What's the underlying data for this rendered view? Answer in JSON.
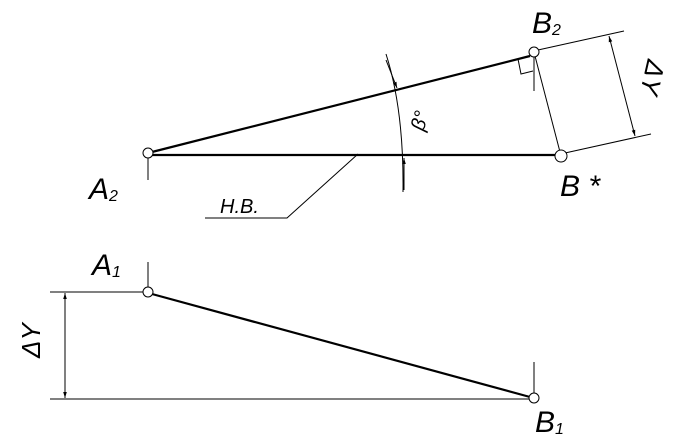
{
  "labels": {
    "a2": {
      "main": "A",
      "sub": "2"
    },
    "b2": {
      "main": "B",
      "sub": "2"
    },
    "b_star": "B *",
    "a1": {
      "main": "A",
      "sub": "1"
    },
    "b1": {
      "main": "B",
      "sub": "1"
    },
    "true_length": "Н.В.",
    "angle": "β°",
    "delta_y_top": "ΔY",
    "delta_y_bottom": "ΔY"
  }
}
